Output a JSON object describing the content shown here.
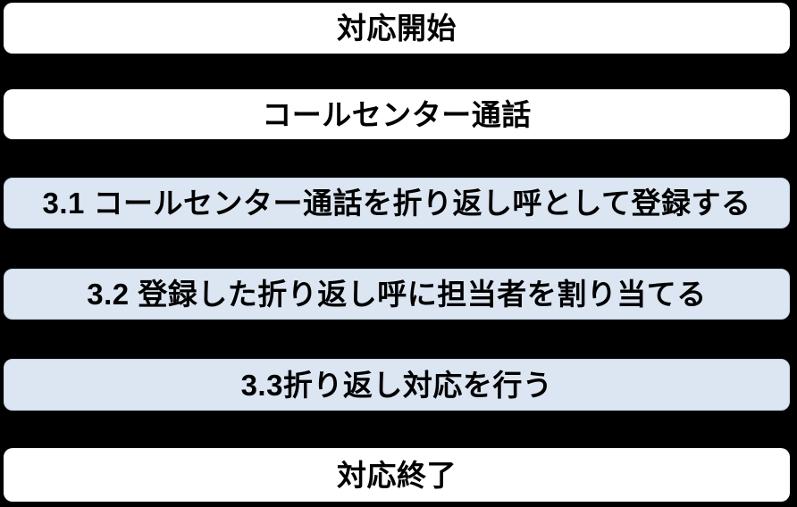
{
  "flowchart": {
    "type": "vertical-process-flow",
    "colors": {
      "background": "#000000",
      "terminal_node_fill": "#ffffff",
      "process_node_fill": "#dce6f2",
      "process_node_border": "#c6d5e7",
      "text": "#000000"
    },
    "nodes": [
      {
        "id": "start",
        "type": "terminal",
        "label": "対応開始"
      },
      {
        "id": "call",
        "type": "terminal",
        "label": "コールセンター通話"
      },
      {
        "id": "step-3-1",
        "type": "process",
        "label": "3.1 コールセンター通話を折り返し呼として登録する"
      },
      {
        "id": "step-3-2",
        "type": "process",
        "label": "3.2 登録した折り返し呼に担当者を割り当てる"
      },
      {
        "id": "step-3-3",
        "type": "process",
        "label": "3.3折り返し対応を行う"
      },
      {
        "id": "end",
        "type": "terminal",
        "label": "対応終了"
      }
    ]
  }
}
